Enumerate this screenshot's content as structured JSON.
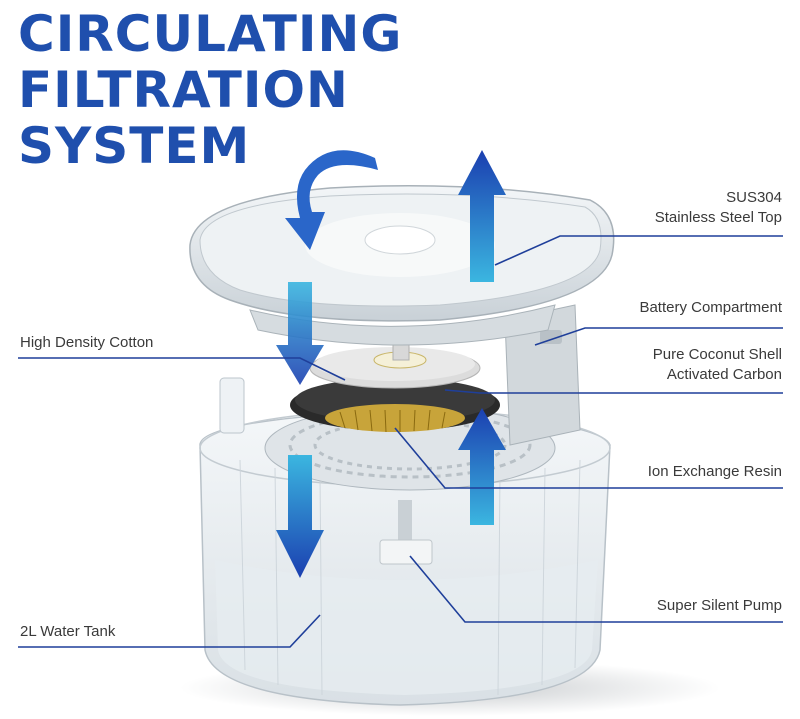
{
  "title": {
    "line1": "CIRCULATING",
    "line2": "FILTRATION",
    "line3": "SYSTEM"
  },
  "labels": {
    "steel_top_line1": "SUS304",
    "steel_top_line2": "Stainless Steel Top",
    "battery": "Battery Compartment",
    "cotton": "High Density Cotton",
    "carbon_line1": "Pure Coconut Shell",
    "carbon_line2": "Activated Carbon",
    "resin": "Ion Exchange Resin",
    "pump": "Super Silent Pump",
    "tank": "2L Water Tank"
  },
  "colors": {
    "title": "#1f4fad",
    "leader_line": "#1f3f9a",
    "arrow_top": "#1b3fb0",
    "arrow_bottom": "#3bb6e0"
  }
}
